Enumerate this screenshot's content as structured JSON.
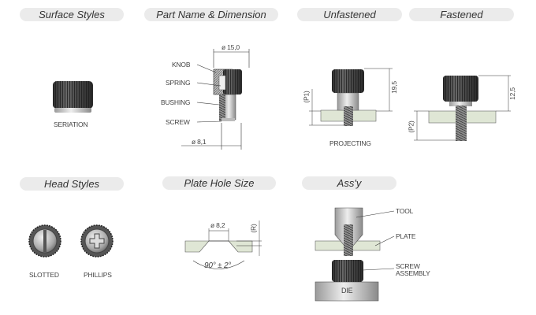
{
  "sections": {
    "surface_styles": {
      "title": "Surface Styles",
      "caption": "SERIATION"
    },
    "part_name": {
      "title": "Part Name & Dimension",
      "labels": [
        "KNOB",
        "SPRING",
        "BUSHING",
        "SCREW"
      ],
      "dim_top": "ø 15,0",
      "dim_bottom": "ø 8,1"
    },
    "unfastened": {
      "title": "Unfastened",
      "dim_height": "19,5",
      "dim_p": "(P1)",
      "caption": "PROJECTING"
    },
    "fastened": {
      "title": "Fastened",
      "dim_height": "12,5",
      "dim_p": "(P2)"
    },
    "head_styles": {
      "title": "Head Styles",
      "items": [
        "SLOTTED",
        "PHILLIPS"
      ]
    },
    "plate_hole": {
      "title": "Plate Hole Size",
      "dim_hole": "ø 8,2",
      "dim_r": "(R)",
      "angle": "90° ± 2°"
    },
    "assy": {
      "title": "Ass'y",
      "labels": [
        "TOOL",
        "PLATE",
        "SCREW",
        "ASSEMBLY",
        "DIE"
      ]
    }
  },
  "colors": {
    "pill_bg": "#ebebeb",
    "plate": "#dfe6d5",
    "knob_dark": "#3d3d3d",
    "metal": "#c8c8c8"
  }
}
